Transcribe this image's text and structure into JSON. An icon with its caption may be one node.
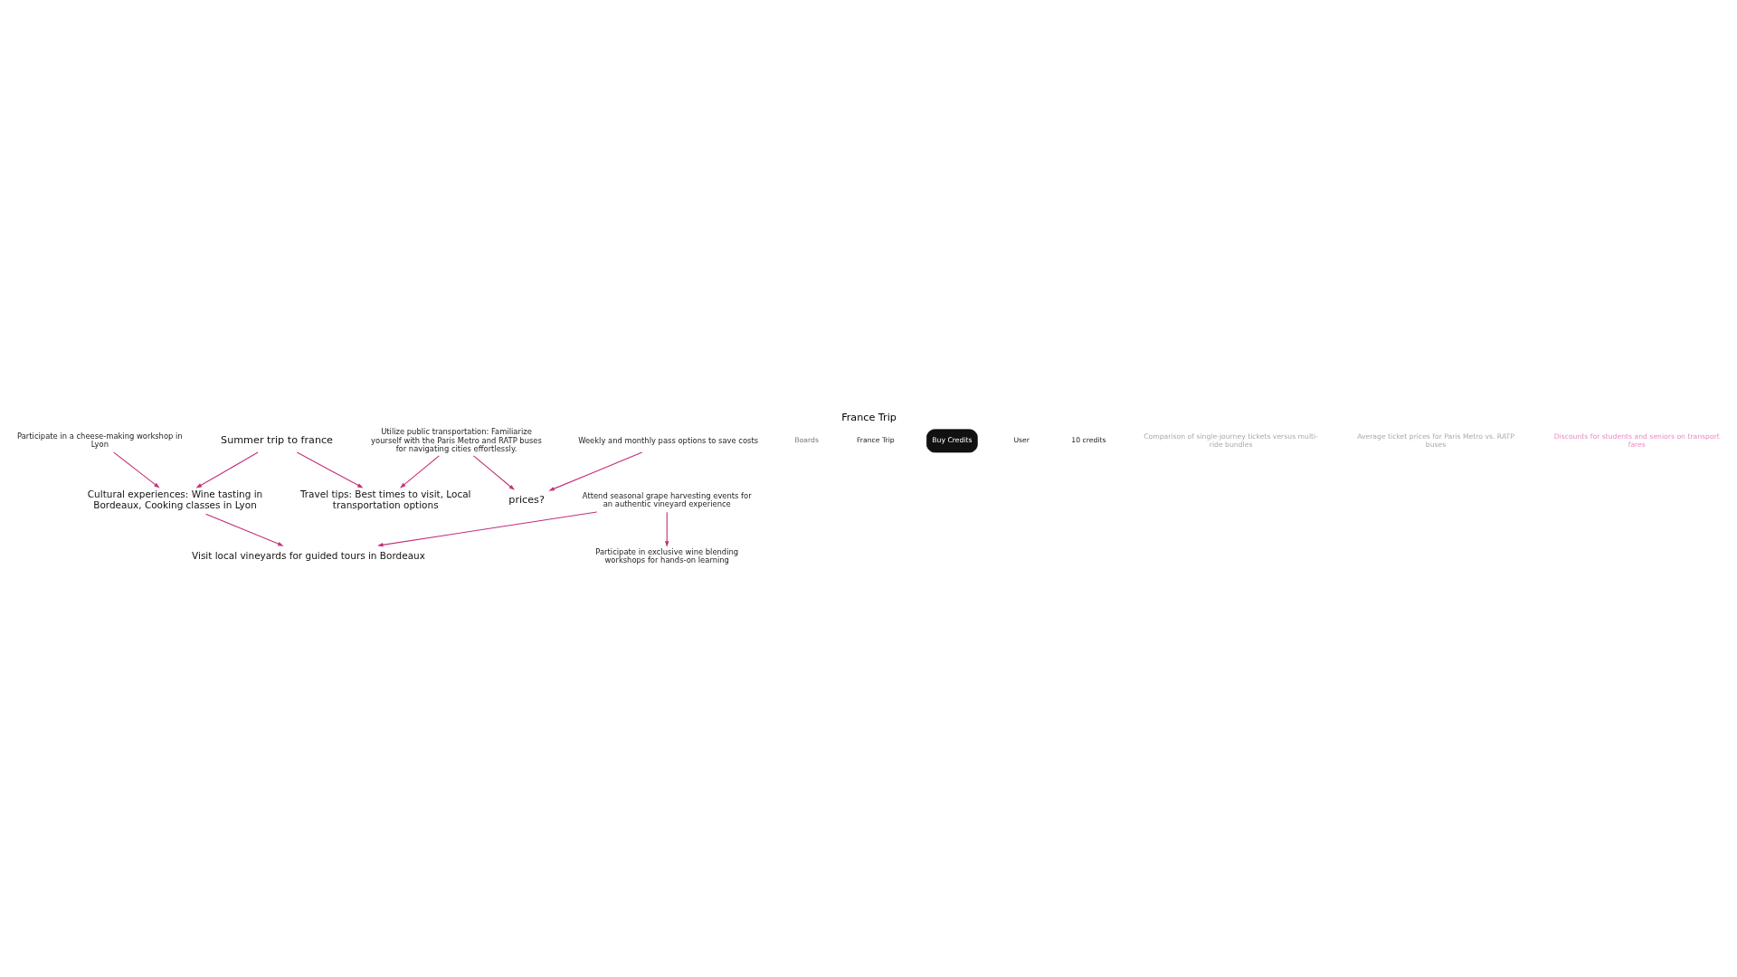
{
  "diagram": {
    "title": "France Trip",
    "nodes": [
      {
        "text": [
          "Summer trip to france"
        ]
      },
      {
        "text": [
          "Travel tips: Best times to visit, Local transportation options"
        ]
      },
      {
        "text": [
          "Cultural experiences: Wine tasting in Bordeaux, Cooking classes in Lyon"
        ]
      },
      {
        "text": [
          "Utilize public transportation: Familiarize yourself with the Paris Metro and RATP buses for navigating cities effortlessly."
        ]
      },
      {
        "text": [
          "Participate in a cheese-making workshop in Lyon"
        ]
      },
      {
        "text": [
          "Visit local vineyards for guided tours in Bordeaux"
        ]
      },
      {
        "text": [
          "prices?"
        ]
      },
      {
        "text": [
          "Attend seasonal grape harvesting events for an authentic vineyard experience"
        ]
      },
      {
        "text": [
          "Weekly and monthly pass options to save costs"
        ]
      },
      {
        "text": [
          "Participate in exclusive wine blending workshops for hands-on learning"
        ]
      }
    ],
    "edges": [
      {
        "from": 0,
        "to": 1,
        "arrow": "to"
      },
      {
        "from": 0,
        "to": 2,
        "arrow": "to"
      },
      {
        "from": 3,
        "to": 1,
        "arrow": "to"
      },
      {
        "from": 3,
        "to": 6,
        "arrow": "to"
      },
      {
        "from": 4,
        "to": 2,
        "arrow": "to"
      },
      {
        "from": 2,
        "to": 5,
        "arrow": "to"
      },
      {
        "from": 8,
        "to": 6,
        "arrow": "to"
      },
      {
        "from": 7,
        "to": 5,
        "arrow": "to"
      },
      {
        "from": 7,
        "to": 9,
        "arrow": "to"
      }
    ],
    "labels": [
      "Boards",
      "France Trip",
      "Buy Credits",
      "User",
      "10 credits",
      "Comparison of single-journey tickets versus multi-ride bundles",
      "Average ticket prices for Paris Metro vs. RATP buses",
      "Discounts for students and seniors on transport fares"
    ]
  }
}
